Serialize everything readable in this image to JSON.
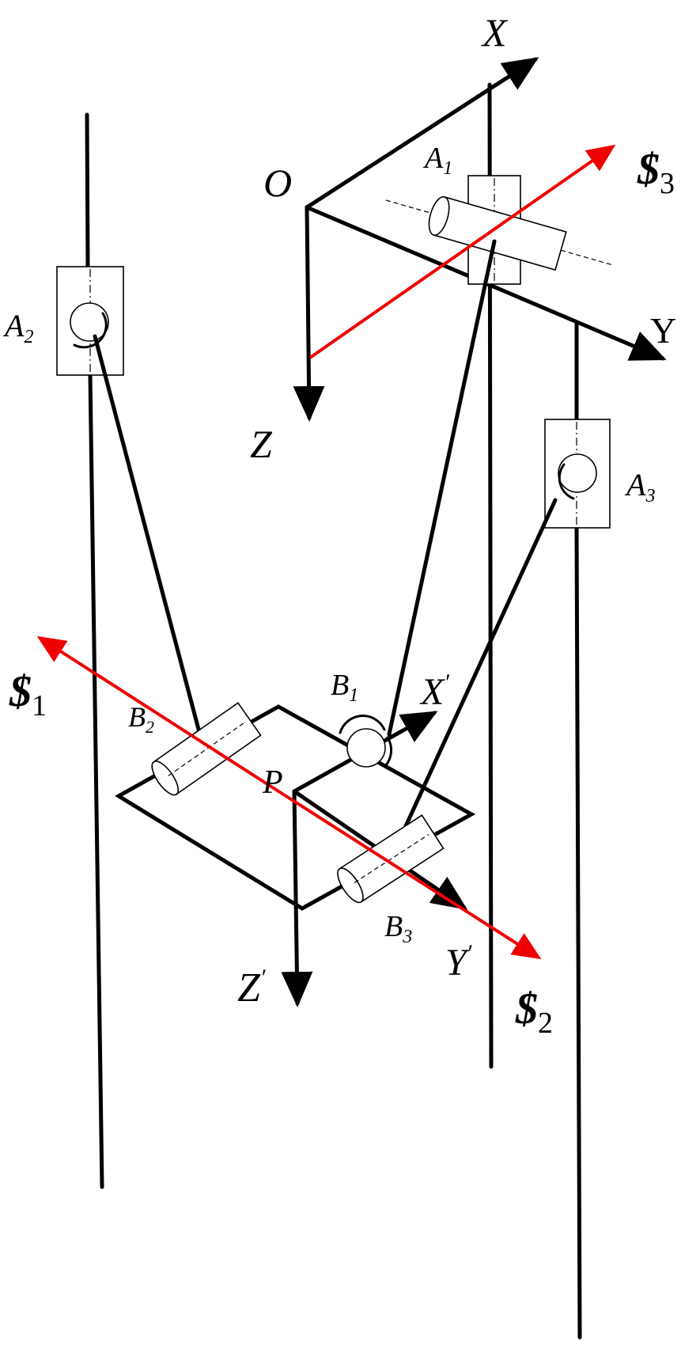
{
  "labels": {
    "frame_base": {
      "x_axis": "X",
      "y_axis": "Y",
      "z_axis": "Z",
      "origin": "O"
    },
    "frame_platform": {
      "x_axis": "X",
      "y_axis": "Y",
      "z_axis": "Z",
      "prime": "′",
      "origin": "P"
    },
    "joints": {
      "a1": {
        "letter": "A",
        "index": "1"
      },
      "a2": {
        "letter": "A",
        "index": "2"
      },
      "a3": {
        "letter": "A",
        "index": "3"
      },
      "b1": {
        "letter": "B",
        "index": "1"
      },
      "b2": {
        "letter": "B",
        "index": "2"
      },
      "b3": {
        "letter": "B",
        "index": "3"
      }
    },
    "screws": {
      "s1": {
        "symbol": "$",
        "index": "1"
      },
      "s2": {
        "symbol": "$",
        "index": "2"
      },
      "s3": {
        "symbol": "$",
        "index": "3"
      }
    }
  },
  "colors": {
    "structure": "#000000",
    "screw_axis": "#ee0000",
    "background": "#ffffff"
  }
}
